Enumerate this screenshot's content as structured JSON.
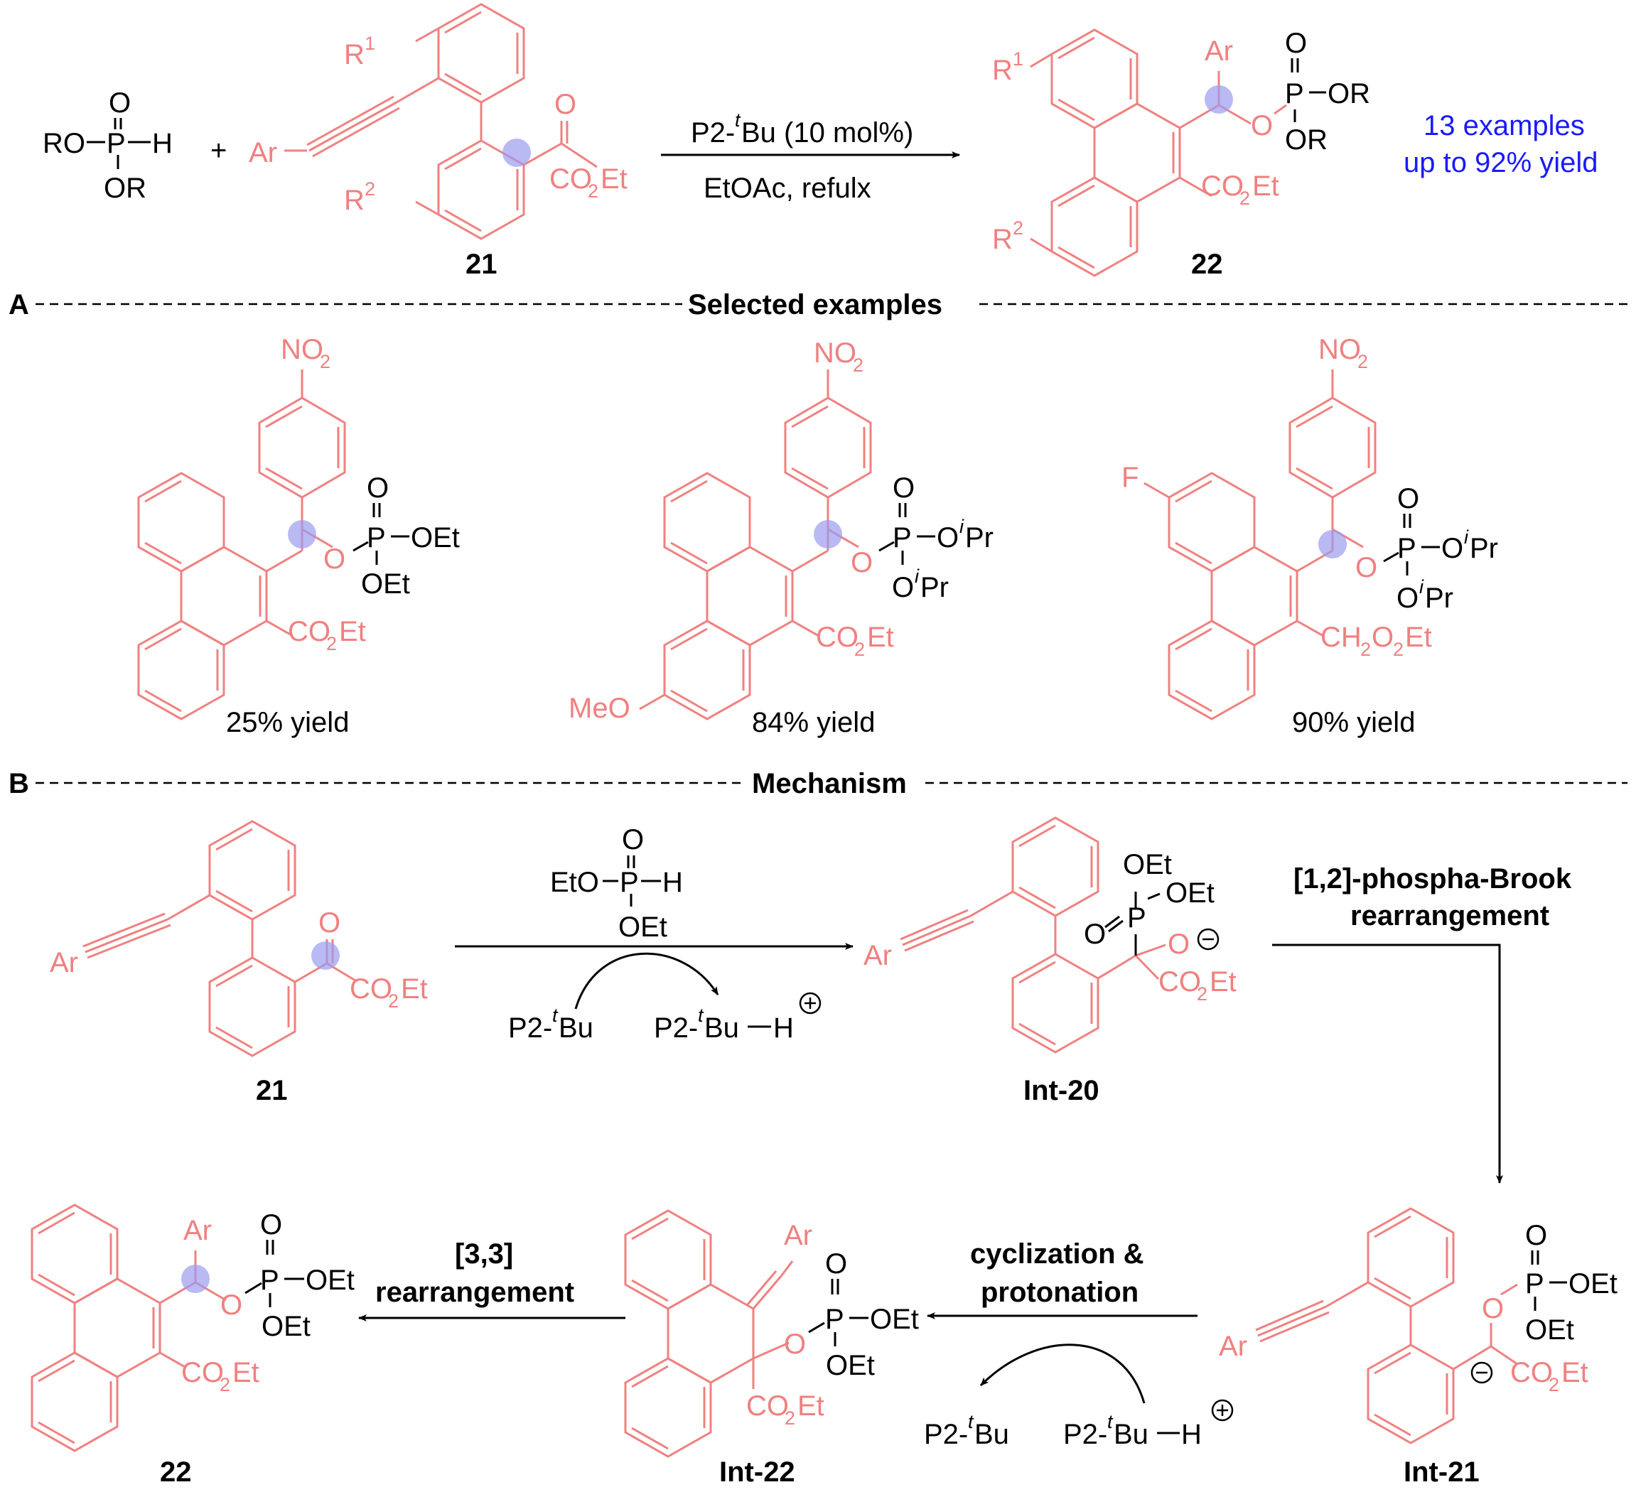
{
  "colors": {
    "substrate": "#f08080",
    "reagent": "#000000",
    "highlight": "#9b9bef",
    "summary": "#1a1aff"
  },
  "header": {
    "reagent_left": {
      "ro": "RO",
      "p": "P",
      "o": "O",
      "h": "H",
      "or": "OR"
    },
    "plus": "+",
    "substrate": {
      "ar": "Ar",
      "r1": "R",
      "r1_sup": "1",
      "r2": "R",
      "r2_sup": "2",
      "o": "O",
      "co2et": "CO",
      "co2et_sub": "2",
      "co2et_end": "Et",
      "label": "21"
    },
    "conditions_line1_a": "P2-",
    "conditions_line1_sup": "t",
    "conditions_line1_b": "Bu (10 mol%)",
    "conditions_line2": "EtOAc, refulx",
    "product": {
      "ar": "Ar",
      "r1": "R",
      "r1_sup": "1",
      "r2": "R",
      "r2_sup": "2",
      "o": "O",
      "p": "P",
      "or1": "OR",
      "or2": "OR",
      "co2et": "CO",
      "co2et_sub": "2",
      "co2et_end": "Et",
      "label": "22"
    },
    "summary_line1": "13 examples",
    "summary_line2": "up to 92% yield"
  },
  "section_a": {
    "letter": "A",
    "title": "Selected examples",
    "examples": [
      {
        "no2": "NO",
        "no2_sub": "2",
        "ester_a": "OEt",
        "ester_b": "OEt",
        "o": "O",
        "p": "P",
        "co": "CO",
        "co_sub": "2",
        "co_end": "Et",
        "yield": "25% yield"
      },
      {
        "no2": "NO",
        "no2_sub": "2",
        "ester_a_pre": "O",
        "ester_a_sup": "i",
        "ester_a_end": "Pr",
        "ester_b_pre": "O",
        "ester_b_sup": "i",
        "ester_b_end": "Pr",
        "o": "O",
        "p": "P",
        "meo": "MeO",
        "co": "CO",
        "co_sub": "2",
        "co_end": "Et",
        "yield": "84% yield"
      },
      {
        "no2": "NO",
        "no2_sub": "2",
        "f": "F",
        "ester_a_pre": "O",
        "ester_a_sup": "i",
        "ester_a_end": "Pr",
        "ester_b_pre": "O",
        "ester_b_sup": "i",
        "ester_b_end": "Pr",
        "o": "O",
        "p": "P",
        "ch": "CH",
        "ch_sub": "2",
        "ch_mid": "O",
        "ch_sub2": "2",
        "ch_end": "Et",
        "yield": "90% yield"
      }
    ]
  },
  "section_b": {
    "letter": "B",
    "title": "Mechanism",
    "step1": {
      "sm_label": "21",
      "phosphite": {
        "eto": "EtO",
        "p": "P",
        "o": "O",
        "h": "H",
        "oet": "OEt"
      },
      "base": "P2-",
      "base_sup": "t",
      "base_end": "Bu",
      "base_h": "P2-",
      "base_h_sup": "t",
      "base_h_end": "Bu",
      "base_h_h": "H",
      "int_label": "Int-20",
      "oet1": "OEt",
      "oet2": "OEt",
      "o_eq": "O",
      "p": "P",
      "o_minus": "O"
    },
    "step2": {
      "label_line1": "[1,2]-phospha-Brook",
      "label_line2": "rearrangement",
      "int_label": "Int-21",
      "oet1": "OEt",
      "oet2": "OEt",
      "o": "O",
      "p": "P"
    },
    "step3": {
      "label_line1": "cyclization &",
      "label_line2": "protonation",
      "base": "P2-",
      "base_sup": "t",
      "base_end": "Bu",
      "base_h": "P2-",
      "base_h_sup": "t",
      "base_h_end": "Bu",
      "base_h_h": "H",
      "int_label": "Int-22"
    },
    "step4": {
      "label_line1": "[3,3]",
      "label_line2": "rearrangement",
      "prod_label": "22"
    },
    "common": {
      "ar": "Ar",
      "co": "CO",
      "co_sub": "2",
      "co_end": "Et",
      "o": "O",
      "p": "P",
      "oet": "OEt"
    }
  }
}
